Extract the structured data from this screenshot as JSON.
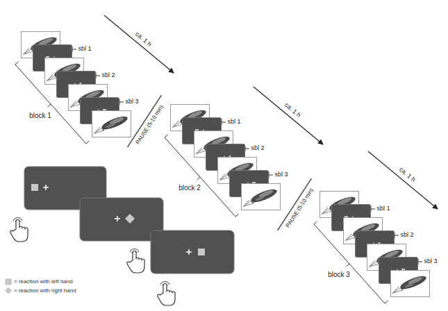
{
  "diagram": {
    "labels": [
      "sbl 1",
      "sbl 2",
      "sbl 3",
      "ca. 1 h",
      "block 1",
      "PAUSE (5-10 min)",
      "sbl 1",
      "sbl 2",
      "sbl 3",
      "ca. 1 h",
      "block 2",
      "PAUSE (5-10 min)",
      "sbl 1",
      "sbl 2",
      "sbl 3",
      "ca. 1 h",
      "block 3"
    ],
    "legend": [
      {
        "text": "= reaction with left hand"
      },
      {
        "text": "= reaction with right hand"
      }
    ]
  }
}
